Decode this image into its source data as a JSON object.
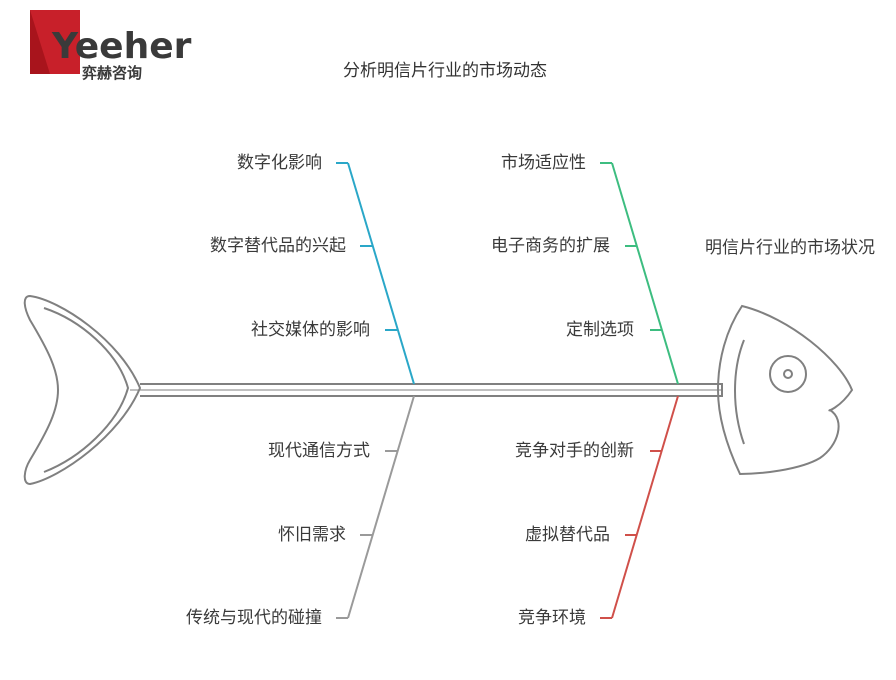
{
  "logo": {
    "brand": "Yeeher",
    "subtitle": "弈赫咨询",
    "accent": "#c8202a"
  },
  "title": "分析明信片行业的市场动态",
  "head_label": "明信片行业的市场状况",
  "branches": {
    "top_left": {
      "color": "#2aa7c8",
      "items": [
        "数字化影响",
        "数字替代品的兴起",
        "社交媒体的影响"
      ]
    },
    "top_right": {
      "color": "#3dbd80",
      "items": [
        "市场适应性",
        "电子商务的扩展",
        "定制选项"
      ]
    },
    "bottom_left": {
      "color": "#9a9a9a",
      "items": [
        "现代通信方式",
        "怀旧需求",
        "传统与现代的碰撞"
      ]
    },
    "bottom_right": {
      "color": "#d0504a",
      "items": [
        "竞争对手的创新",
        "虚拟替代品",
        "竞争环境"
      ]
    }
  },
  "skeleton_color": "#808080"
}
